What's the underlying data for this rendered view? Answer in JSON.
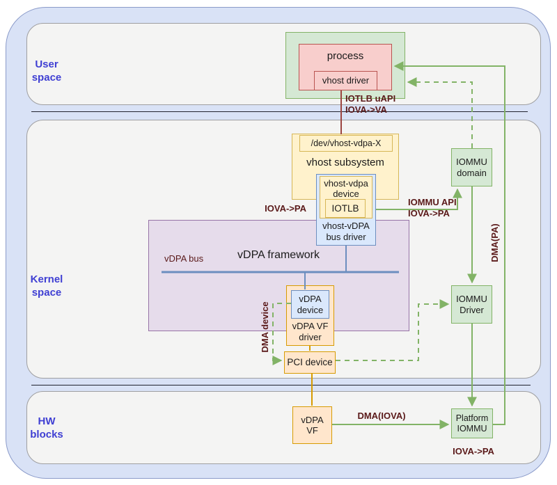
{
  "sections": {
    "user": {
      "label": "User space"
    },
    "kernel": {
      "label": "Kernel space"
    },
    "hw": {
      "label": "HW blocks"
    }
  },
  "boxes": {
    "process": "process",
    "vhost_driver": "vhost driver",
    "dev_vhost_vdpa": "/dev/vhost-vdpa-X",
    "vhost_subsystem": "vhost subsystem",
    "vhost_vdpa_device": "vhost-vdpa device",
    "iotlb": "IOTLB",
    "vhost_vdpa_bus_driver": "vhost-vDPA bus driver",
    "vdpa_framework": "vDPA framework",
    "vdpa_device": "vDPA device",
    "vdpa_vf_driver": "vDPA VF driver",
    "pci_device": "PCI device",
    "iommu_domain": "IOMMU domain",
    "iommu_driver": "IOMMU Driver",
    "vdpa_vf": "vDPA VF",
    "platform_iommu": "Platform IOMMU"
  },
  "labels": {
    "iotlb_uapi": "IOTLB uAPI\nIOVA->VA",
    "iova_pa_left": "IOVA->PA",
    "iommu_api": "IOMMU API\nIOVA->PA",
    "dma_pa": "DMA(PA)",
    "dma_device": "DMA device",
    "dma_iova": "DMA(IOVA)",
    "iova_pa_hw": "IOVA->PA",
    "vdpa_bus": "vDPA bus"
  },
  "colors": {
    "section_label": "#3f3fd3",
    "annotation": "#5a1919",
    "arrow_green": "#82b366",
    "bus_blue": "#6c8ebf",
    "connector_red": "#9c4540",
    "connector_orange": "#d79b00"
  }
}
